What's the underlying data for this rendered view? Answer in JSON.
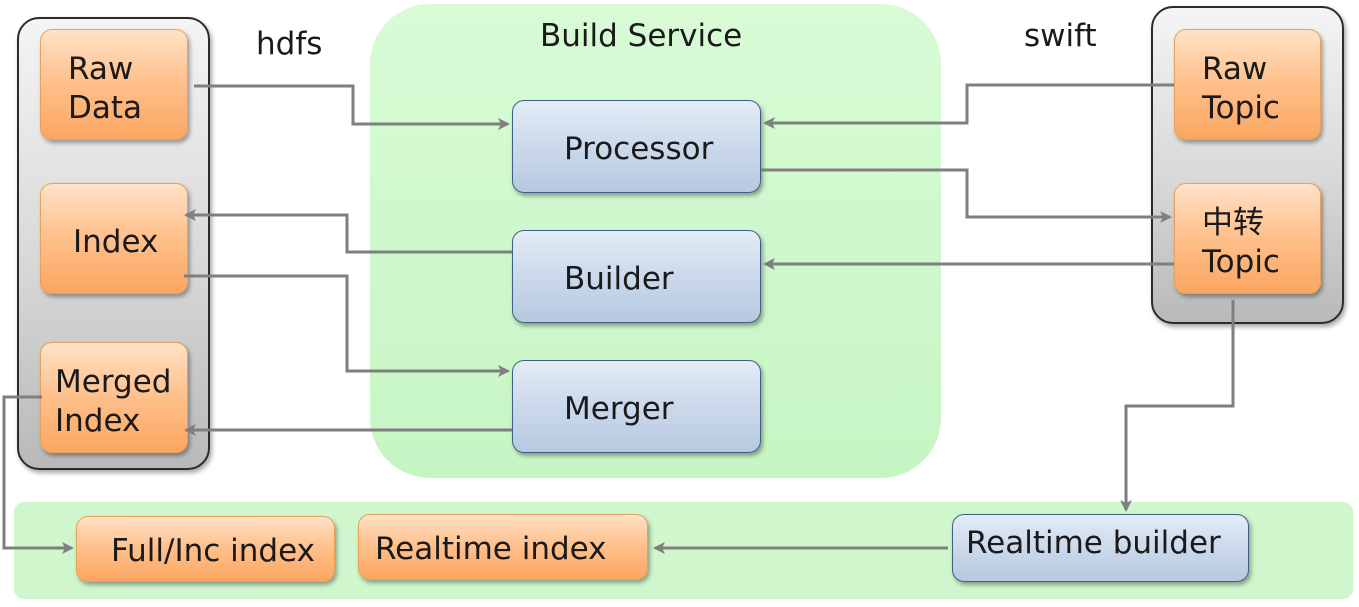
{
  "panel": {
    "title": "Build Service"
  },
  "edges": {
    "hdfs_label": "hdfs",
    "swift_label": "swift"
  },
  "left_group": {
    "raw_data": {
      "line1": "Raw",
      "line2": "Data"
    },
    "index": {
      "label": "Index"
    },
    "merged_index": {
      "line1": "Merged",
      "line2": "Index"
    }
  },
  "services": {
    "processor": "Processor",
    "builder": "Builder",
    "merger": "Merger"
  },
  "right_group": {
    "raw_topic": {
      "line1": "Raw",
      "line2": "Topic"
    },
    "relay_topic": {
      "line1": "中转",
      "line2": "Topic"
    }
  },
  "bottom": {
    "full_inc_index": "Full/Inc index",
    "realtime_index": "Realtime index",
    "realtime_builder": "Realtime builder"
  },
  "colors": {
    "arrow": "#7f7f7f",
    "orange_node": "#fbb77a",
    "blue_node": "#c9d7ea",
    "green_panel": "#ccf7cc"
  }
}
